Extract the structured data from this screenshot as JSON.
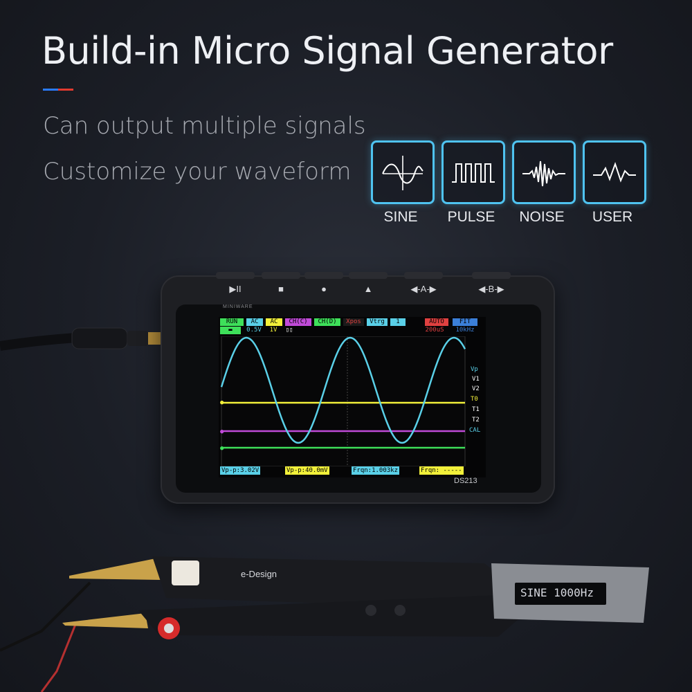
{
  "headline": "Build-in Micro Signal Generator",
  "subtitles": [
    "Can output multiple signals",
    "Customize your waveform"
  ],
  "colors": {
    "accent_blue": "#2a7bff",
    "accent_red": "#e23a2f",
    "tile_border": "#4fc3f0",
    "trace_cyan": "#5ad0e8",
    "trace_yellow": "#f2f03a",
    "trace_purple": "#c04ad8",
    "trace_green": "#3ee05a"
  },
  "waveforms": [
    {
      "label": "SINE",
      "icon": "sine-wave-icon"
    },
    {
      "label": "PULSE",
      "icon": "pulse-wave-icon"
    },
    {
      "label": "NOISE",
      "icon": "noise-wave-icon"
    },
    {
      "label": "USER",
      "icon": "user-wave-icon"
    }
  ],
  "device": {
    "buttons": [
      "▶II",
      "■",
      "●",
      "▲",
      "◀-A-▶",
      "◀-B-▶"
    ],
    "brand": "MINIWARE",
    "model": "DS213",
    "screen": {
      "status_row": [
        "RUN",
        "AC",
        "AC",
        "CH(C)",
        "CH(D)",
        "Xpos",
        "Vtrg",
        "1",
        "AUTO",
        "FIT"
      ],
      "values_row": [
        "0.5V",
        "1V",
        "200uS",
        "10kHz"
      ],
      "side_markers": [
        "Vp",
        "V1",
        "V2",
        "T0",
        "T1",
        "T2",
        "CAL"
      ],
      "measurements": [
        "Vp-p:3.02V",
        "Vp-p:40.0mV",
        "Frqn:1.003kz",
        "Frqn: -----"
      ]
    }
  },
  "tweezer": {
    "brand": "e-Design",
    "display": "SINE 1000Hz"
  }
}
